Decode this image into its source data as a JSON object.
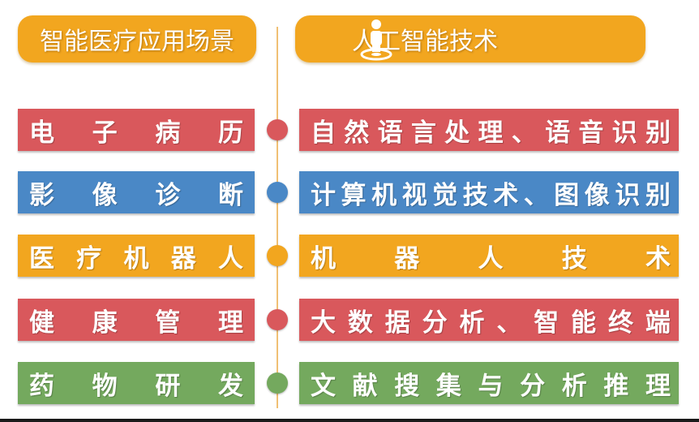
{
  "headers": {
    "left": "智能医疗应用场景",
    "right": "人工智能技术",
    "right_icon": "person-on-target-icon"
  },
  "colors": {
    "red": "#d9585c",
    "blue": "#4a88c6",
    "orange": "#f2a61f",
    "green": "#74a95e"
  },
  "rows": [
    {
      "scenario": "电子病历",
      "technology": "自然语言处理、语音识别",
      "color": "red"
    },
    {
      "scenario": "影像诊断",
      "technology": "计算机视觉技术、图像识别",
      "color": "blue"
    },
    {
      "scenario": "医疗机器人",
      "technology": "机器人技术",
      "color": "orange"
    },
    {
      "scenario": "健康管理",
      "technology": "大数据分析、智能终端",
      "color": "red"
    },
    {
      "scenario": "药物研发",
      "technology": "文献搜集与分析推理",
      "color": "green"
    }
  ]
}
